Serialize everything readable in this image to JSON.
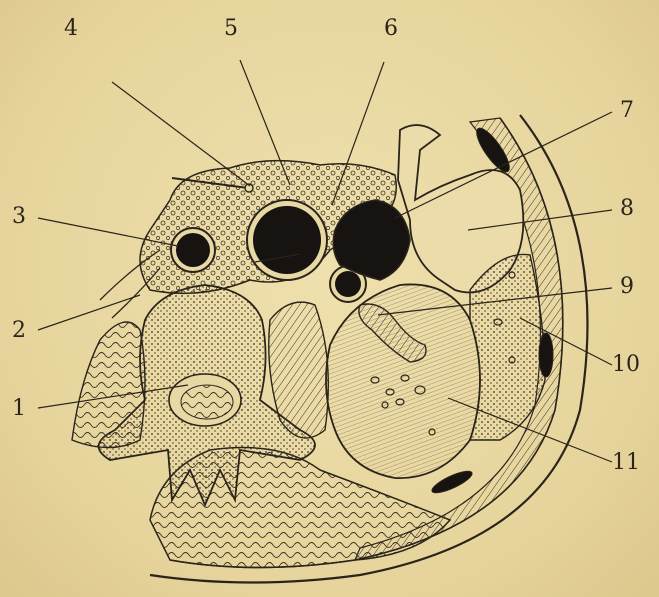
{
  "labels": {
    "l1": "1",
    "l2": "2",
    "l3": "3",
    "l4": "4",
    "l5": "5",
    "l6": "6",
    "l7": "7",
    "l8": "8",
    "l9": "9",
    "l10": "10",
    "l11": "11"
  },
  "colors": {
    "paper": "#e8d8a4",
    "ink": "#2a241a",
    "vessel_lumen": "#171310"
  }
}
